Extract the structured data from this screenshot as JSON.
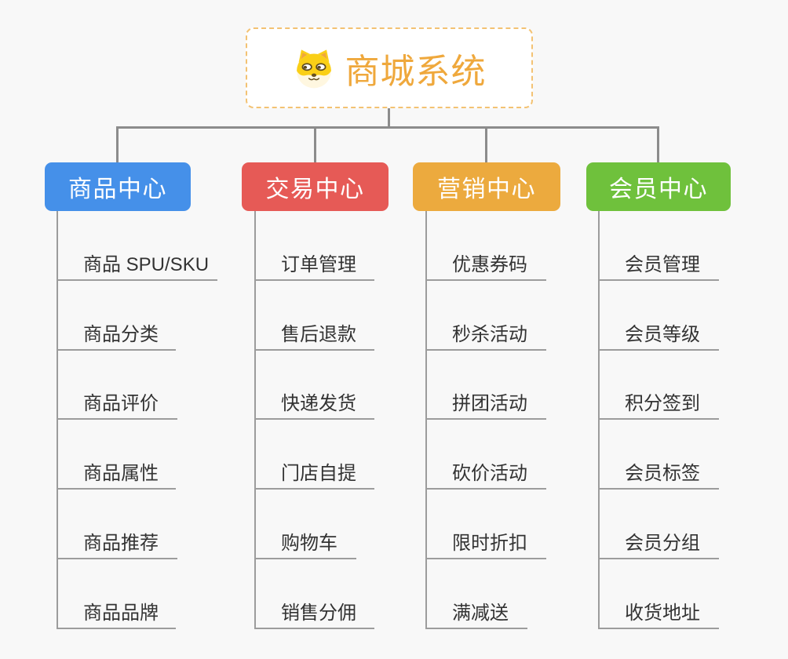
{
  "page": {
    "background": "#F8F8F8"
  },
  "root": {
    "title": "商城系统",
    "title_color": "#EFA83C",
    "border_color": "#F3C273",
    "icon": "doge-icon"
  },
  "connectors": {
    "trunk_color": "#8C8C8C",
    "branch_line_color": "#9C9C9C"
  },
  "item_text_color": "#333333",
  "branches": [
    {
      "label": "商品中心",
      "color": "#4590E9",
      "items": [
        "商品 SPU/SKU",
        "商品分类",
        "商品评价",
        "商品属性",
        "商品推荐",
        "商品品牌"
      ]
    },
    {
      "label": "交易中心",
      "color": "#E65A56",
      "items": [
        "订单管理",
        "售后退款",
        "快递发货",
        "门店自提",
        "购物车",
        "销售分佣"
      ]
    },
    {
      "label": "营销中心",
      "color": "#ECAA3E",
      "items": [
        "优惠券码",
        "秒杀活动",
        "拼团活动",
        "砍价活动",
        "限时折扣",
        "满减送"
      ]
    },
    {
      "label": "会员中心",
      "color": "#6FC13C",
      "items": [
        "会员管理",
        "会员等级",
        "积分签到",
        "会员标签",
        "会员分组",
        "收货地址"
      ]
    }
  ]
}
